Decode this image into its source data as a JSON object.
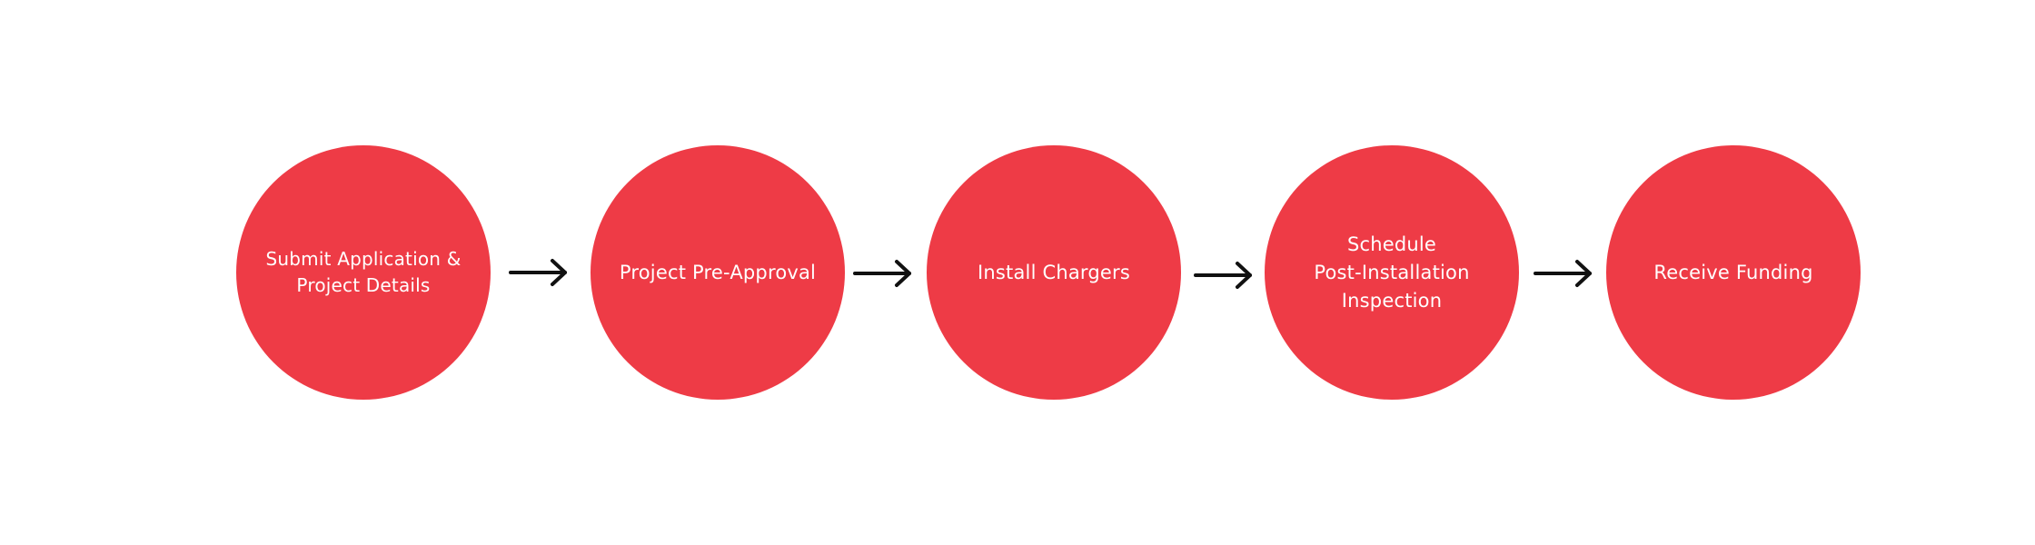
{
  "flow": {
    "steps": [
      {
        "label": "Submit Application &\nProject Details"
      },
      {
        "label": "Project Pre-Approval"
      },
      {
        "label": "Install Chargers"
      },
      {
        "label": "Schedule\nPost-Installation\nInspection"
      },
      {
        "label": "Receive Funding"
      }
    ],
    "arrow_count": 4,
    "colors": {
      "circle_fill": "#ee3b46",
      "label_text": "#ffffff",
      "arrow": "#111111",
      "background": "#ffffff"
    }
  }
}
